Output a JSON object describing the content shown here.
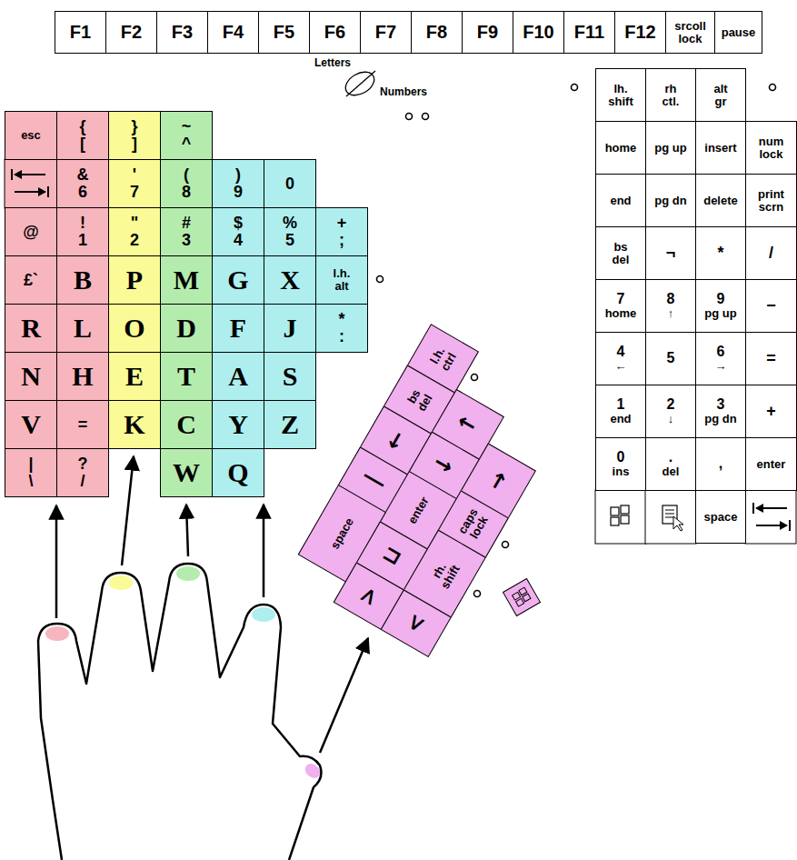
{
  "diagram": {
    "nodes": [
      {
        "text": [
          "F1"
        ]
      },
      {
        "text": [
          "F2"
        ]
      },
      {
        "text": [
          "F3"
        ]
      },
      {
        "text": [
          "F4"
        ]
      },
      {
        "text": [
          "F5"
        ]
      },
      {
        "text": [
          "F6"
        ]
      },
      {
        "text": [
          "F7"
        ]
      },
      {
        "text": [
          "F8"
        ]
      },
      {
        "text": [
          "F9"
        ]
      },
      {
        "text": [
          "F10"
        ]
      },
      {
        "text": [
          "F11"
        ]
      },
      {
        "text": [
          "F12"
        ]
      },
      {
        "text": [
          "srcoll lock"
        ]
      },
      {
        "text": [
          "pause"
        ]
      },
      {
        "text": [
          "esc"
        ]
      },
      {
        "text": [
          "{",
          "["
        ]
      },
      {
        "text": [
          "}",
          "]"
        ]
      },
      {
        "text": [
          "~",
          "^"
        ]
      },
      {
        "text": [
          "&",
          "6"
        ]
      },
      {
        "text": [
          "'",
          "7"
        ]
      },
      {
        "text": [
          "(",
          "8"
        ]
      },
      {
        "text": [
          ")",
          "9"
        ]
      },
      {
        "text": [
          "0"
        ]
      },
      {
        "text": [
          "@"
        ]
      },
      {
        "text": [
          "!",
          "1"
        ]
      },
      {
        "text": [
          "\"",
          "2"
        ]
      },
      {
        "text": [
          "#",
          "3"
        ]
      },
      {
        "text": [
          "$",
          "4"
        ]
      },
      {
        "text": [
          "%",
          "5"
        ]
      },
      {
        "text": [
          "+",
          ";"
        ]
      },
      {
        "text": [
          "£`"
        ]
      },
      {
        "text": [
          "B"
        ]
      },
      {
        "text": [
          "P"
        ]
      },
      {
        "text": [
          "M"
        ]
      },
      {
        "text": [
          "G"
        ]
      },
      {
        "text": [
          "X"
        ]
      },
      {
        "text": [
          "l.h. alt"
        ]
      },
      {
        "text": [
          "R"
        ]
      },
      {
        "text": [
          "L"
        ]
      },
      {
        "text": [
          "O"
        ]
      },
      {
        "text": [
          "D"
        ]
      },
      {
        "text": [
          "F"
        ]
      },
      {
        "text": [
          "J"
        ]
      },
      {
        "text": [
          "*",
          ":"
        ]
      },
      {
        "text": [
          "N"
        ]
      },
      {
        "text": [
          "H"
        ]
      },
      {
        "text": [
          "E"
        ]
      },
      {
        "text": [
          "T"
        ]
      },
      {
        "text": [
          "A"
        ]
      },
      {
        "text": [
          "S"
        ]
      },
      {
        "text": [
          "V"
        ]
      },
      {
        "text": [
          "="
        ]
      },
      {
        "text": [
          "K"
        ]
      },
      {
        "text": [
          "C"
        ]
      },
      {
        "text": [
          "Y"
        ]
      },
      {
        "text": [
          "Z"
        ]
      },
      {
        "text": [
          "|",
          "\\"
        ]
      },
      {
        "text": [
          "?",
          "/"
        ]
      },
      {
        "text": [
          "W"
        ]
      },
      {
        "text": [
          "Q"
        ]
      },
      {
        "text": [
          "l.h. ctrl"
        ]
      },
      {
        "text": [
          "bs del"
        ]
      },
      {
        "text": [
          "↑"
        ]
      },
      {
        "text": [
          "←"
        ]
      },
      {
        "text": [
          "↓"
        ]
      },
      {
        "text": [
          "→"
        ]
      },
      {
        "text": [
          "|"
        ]
      },
      {
        "text": [
          "enter"
        ]
      },
      {
        "text": [
          "caps lock"
        ]
      },
      {
        "text": [
          "space"
        ]
      },
      {
        "text": [
          "⊔"
        ]
      },
      {
        "text": [
          "rh. shift"
        ]
      },
      {
        "text": [
          ">"
        ]
      },
      {
        "text": [
          "<"
        ]
      },
      {
        "text": [
          "lh. shift"
        ]
      },
      {
        "text": [
          "rh ctl."
        ]
      },
      {
        "text": [
          "alt gr"
        ]
      },
      {
        "text": [
          "home"
        ]
      },
      {
        "text": [
          "pg up"
        ]
      },
      {
        "text": [
          "insert"
        ]
      },
      {
        "text": [
          "num lock"
        ]
      },
      {
        "text": [
          "end"
        ]
      },
      {
        "text": [
          "pg dn"
        ]
      },
      {
        "text": [
          "delete"
        ]
      },
      {
        "text": [
          "print scrn"
        ]
      },
      {
        "text": [
          "bs del"
        ]
      },
      {
        "text": [
          "¬"
        ]
      },
      {
        "text": [
          "*"
        ]
      },
      {
        "text": [
          "/"
        ]
      },
      {
        "text": [
          "7",
          "home"
        ]
      },
      {
        "text": [
          "8",
          "↑"
        ]
      },
      {
        "text": [
          "9",
          "pg up"
        ]
      },
      {
        "text": [
          "−"
        ]
      },
      {
        "text": [
          "4",
          "←"
        ]
      },
      {
        "text": [
          "5"
        ]
      },
      {
        "text": [
          "6",
          "→"
        ]
      },
      {
        "text": [
          "="
        ]
      },
      {
        "text": [
          "1",
          "end"
        ]
      },
      {
        "text": [
          "2",
          "↓"
        ]
      },
      {
        "text": [
          "3",
          "pg dn"
        ]
      },
      {
        "text": [
          "+"
        ]
      },
      {
        "text": [
          "0",
          "ins"
        ]
      },
      {
        "text": [
          ".",
          "del"
        ]
      },
      {
        "text": [
          ","
        ]
      },
      {
        "text": [
          "enter"
        ]
      },
      {
        "text": [
          "space"
        ]
      }
    ],
    "labels": [
      "Letters",
      "Numbers"
    ]
  }
}
